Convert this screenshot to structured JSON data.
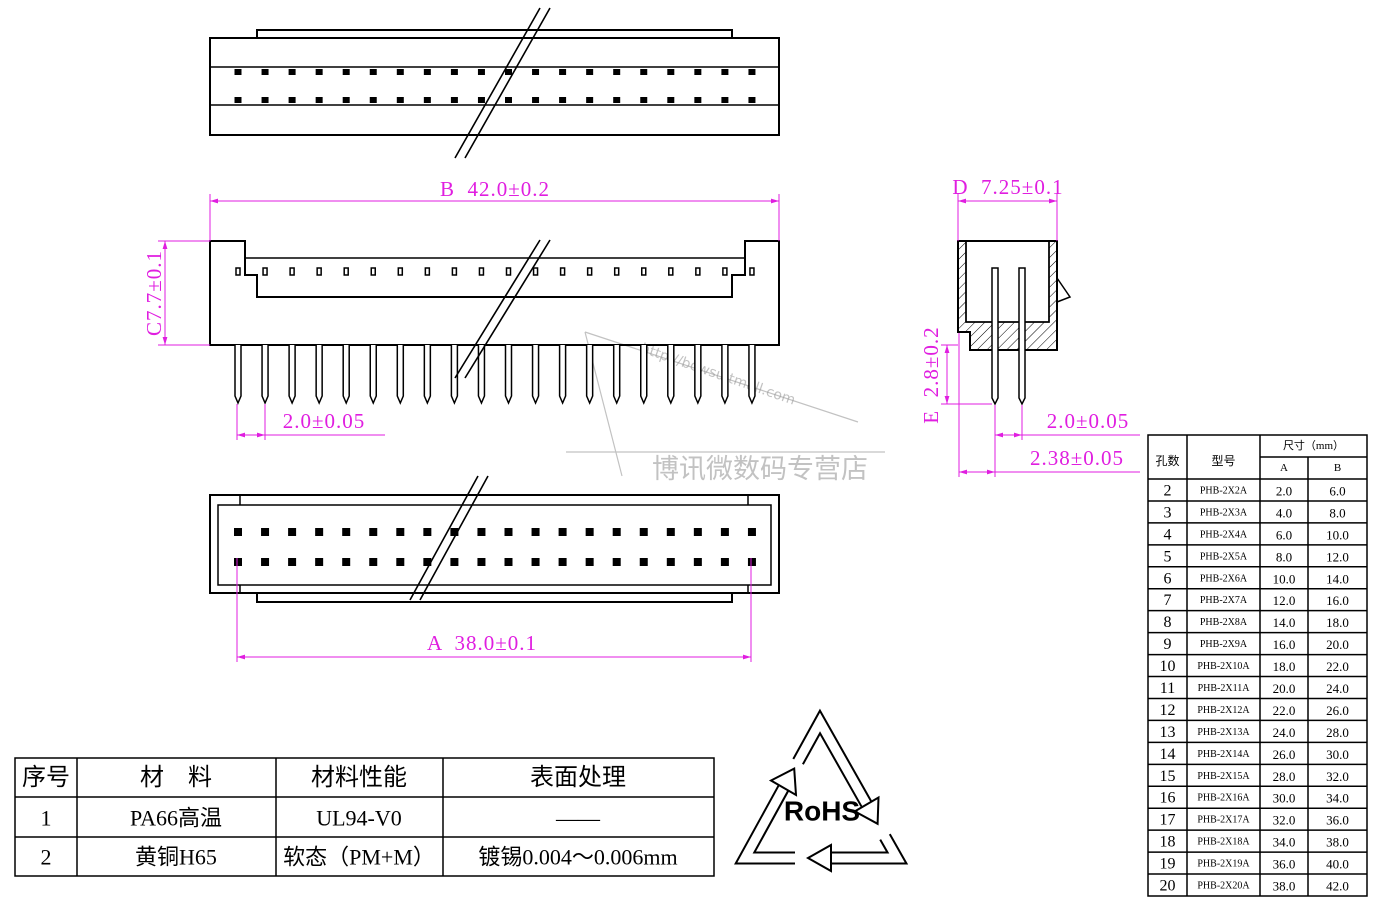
{
  "colors": {
    "outline": "#000000",
    "dimension": "#e01ee0",
    "watermark": "#9a9a9a"
  },
  "dimensions": {
    "b_overall": "B  42.0±0.2",
    "c_height": "C7.7±0.1",
    "pitch_front": "2.0±0.05",
    "a_pin_span": "A  38.0±0.1",
    "d_depth": "D  7.25±0.1",
    "e_pin_length": "E  2.8±0.2",
    "pitch_side": "2.0±0.05",
    "pin_offset_side": "2.38±0.05"
  },
  "material_table": {
    "headers": [
      "序号",
      "材　料",
      "材料性能",
      "表面处理"
    ],
    "rows": [
      [
        "1",
        "PA66高温",
        "UL94-V0",
        "——"
      ],
      [
        "2",
        "黄铜H65",
        "软态（PM+M）",
        "镀锡0.004～0.006mm"
      ]
    ]
  },
  "rohs_logo": {
    "label": "RoHS"
  },
  "watermark": {
    "url": "http://bowsu.tmall.com",
    "shop_name": "博讯微数码专营店"
  },
  "spec_table": {
    "header_holes": "孔数",
    "header_model": "型号",
    "header_size": "尺寸（mm）",
    "col_a": "A",
    "col_b": "B",
    "rows": [
      {
        "holes": "2",
        "model": "PHB-2X2A",
        "a": "2.0",
        "b": "6.0"
      },
      {
        "holes": "3",
        "model": "PHB-2X3A",
        "a": "4.0",
        "b": "8.0"
      },
      {
        "holes": "4",
        "model": "PHB-2X4A",
        "a": "6.0",
        "b": "10.0"
      },
      {
        "holes": "5",
        "model": "PHB-2X5A",
        "a": "8.0",
        "b": "12.0"
      },
      {
        "holes": "6",
        "model": "PHB-2X6A",
        "a": "10.0",
        "b": "14.0"
      },
      {
        "holes": "7",
        "model": "PHB-2X7A",
        "a": "12.0",
        "b": "16.0"
      },
      {
        "holes": "8",
        "model": "PHB-2X8A",
        "a": "14.0",
        "b": "18.0"
      },
      {
        "holes": "9",
        "model": "PHB-2X9A",
        "a": "16.0",
        "b": "20.0"
      },
      {
        "holes": "10",
        "model": "PHB-2X10A",
        "a": "18.0",
        "b": "22.0"
      },
      {
        "holes": "11",
        "model": "PHB-2X11A",
        "a": "20.0",
        "b": "24.0"
      },
      {
        "holes": "12",
        "model": "PHB-2X12A",
        "a": "22.0",
        "b": "26.0"
      },
      {
        "holes": "13",
        "model": "PHB-2X13A",
        "a": "24.0",
        "b": "28.0"
      },
      {
        "holes": "14",
        "model": "PHB-2X14A",
        "a": "26.0",
        "b": "30.0"
      },
      {
        "holes": "15",
        "model": "PHB-2X15A",
        "a": "28.0",
        "b": "32.0"
      },
      {
        "holes": "16",
        "model": "PHB-2X16A",
        "a": "30.0",
        "b": "34.0"
      },
      {
        "holes": "17",
        "model": "PHB-2X17A",
        "a": "32.0",
        "b": "36.0"
      },
      {
        "holes": "18",
        "model": "PHB-2X18A",
        "a": "34.0",
        "b": "38.0"
      },
      {
        "holes": "19",
        "model": "PHB-2X19A",
        "a": "36.0",
        "b": "40.0"
      },
      {
        "holes": "20",
        "model": "PHB-2X20A",
        "a": "38.0",
        "b": "42.0"
      }
    ]
  }
}
